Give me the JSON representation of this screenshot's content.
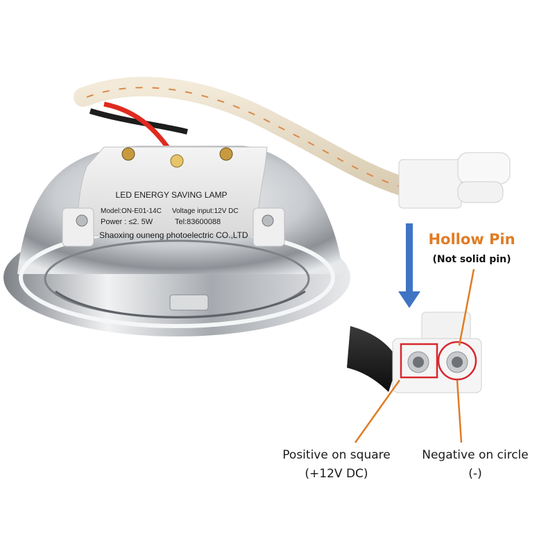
{
  "colors": {
    "accent_orange": "#e07c24",
    "arrow_blue": "#3f74c4",
    "highlight_red": "#d7282f"
  },
  "product_label": {
    "line1": "LED ENERGY SAVING LAMP",
    "model": "Model:ON-E01-14C",
    "voltage": "Voltage input:12V DC",
    "power": "Power : ≤2. 5W",
    "tel": "Tel:83600088",
    "maker": "Shaoxing ouneng photoelectric  CO.,LTD"
  },
  "annotations": {
    "hollow_pin_title": "Hollow Pin",
    "hollow_pin_note": "(Not solid pin)",
    "positive_line1": "Positive on square",
    "positive_line2": "(+12V DC)",
    "negative_line1": "Negative on circle",
    "negative_line2": "(-)"
  },
  "icons": [
    "blue-down-arrow",
    "orange-pointer-line",
    "red-square-marker",
    "red-circle-marker"
  ]
}
